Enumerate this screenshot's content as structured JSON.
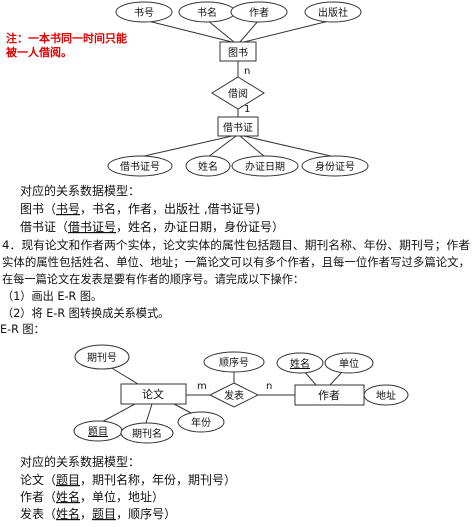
{
  "diagram1": {
    "note_line1": "注：一本书同一时间只能",
    "note_line2": "被一人借阅。",
    "book_attrs": [
      "书号",
      "书名",
      "作者",
      "出版社"
    ],
    "entity_book": "图书",
    "relation": "借阅",
    "card_n": "n",
    "card_1": "1",
    "entity_card": "借书证",
    "card_attrs": [
      "借书证号",
      "姓名",
      "办证日期",
      "身份证号"
    ]
  },
  "model1": {
    "heading": "对应的关系数据模型：",
    "line1_prefix": "图书（",
    "line1_key": "书号",
    "line1_rest": "，书名，作者，出版社 ,借书证号)",
    "line2_prefix": "借书证（",
    "line2_key": "借书证号",
    "line2_rest": "，姓名，办证日期，身份证号）"
  },
  "question4": {
    "line1": "4．现有论文和作者两个实体，论文实体的属性包括题目、期刊名称、年份、期刊号；作者",
    "line2": "实体的属性包括姓名、单位、地址；一篇论文可以有多个作者，且每一位作者写过多篇论文，",
    "line3": "在每一篇论文在发表是要有作者的顺序号。请完成以下操作：",
    "task1": "（1）画出 E-R 图。",
    "task2": "（2）将 E-R 图转换成关系模式。",
    "er_label": "E-R 图："
  },
  "diagram2": {
    "entity_paper": "论文",
    "entity_author": "作者",
    "relation": "发表",
    "card_m": "m",
    "card_n": "n",
    "paper_attrs": {
      "journal_no": "期刊号",
      "title": "题目",
      "journal_name": "期刊名",
      "year": "年份"
    },
    "relation_attr": "顺序号",
    "author_attrs": {
      "name": "姓名",
      "unit": "单位",
      "address": "地址"
    }
  },
  "model2": {
    "heading": "对应的关系数据模型：",
    "line1_prefix": "论文（",
    "line1_key": "题目",
    "line1_rest": "，期刊名称，年份，期刊号）",
    "line2_prefix": "作者（",
    "line2_key": "姓名",
    "line2_rest": "，单位，地址）",
    "line3_prefix": "发表（",
    "line3_key1": "姓名",
    "line3_sep": "，",
    "line3_key2": "题目",
    "line3_rest": "，顺序号）"
  }
}
